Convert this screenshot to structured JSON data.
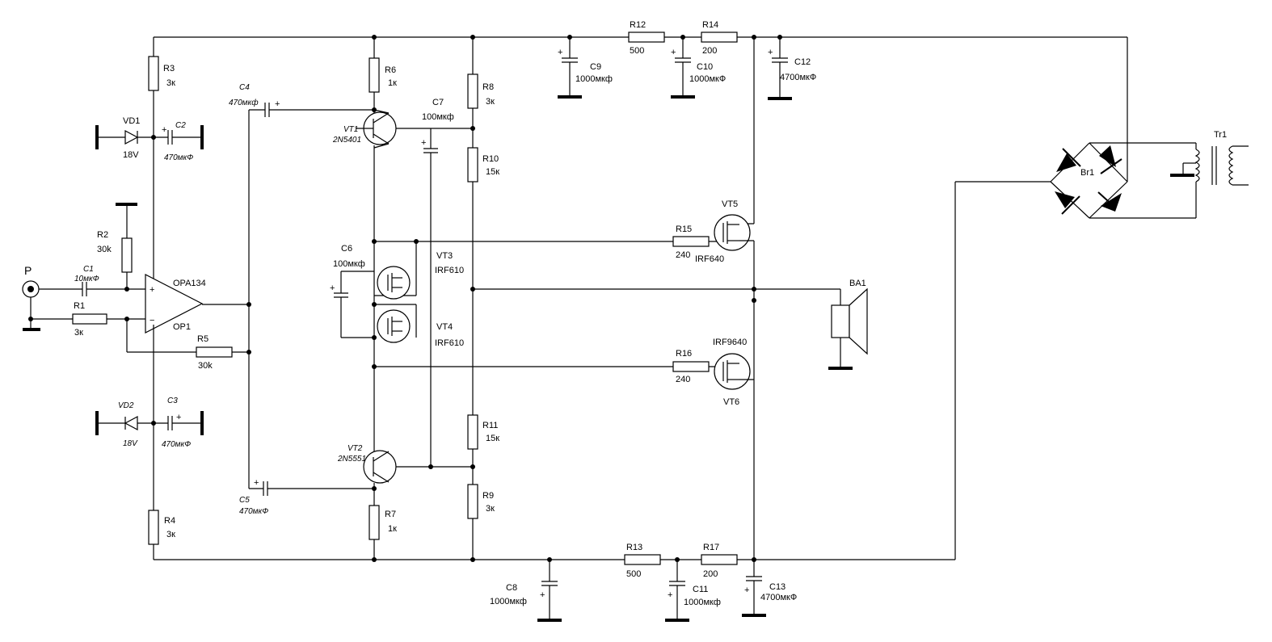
{
  "labels": {
    "P": "P",
    "R1": "R1",
    "R1v": "3к",
    "R2": "R2",
    "R2v": "30k",
    "R3": "R3",
    "R3v": "3к",
    "R4": "R4",
    "R4v": "3к",
    "R5": "R5",
    "R5v": "30k",
    "R6": "R6",
    "R6v": "1к",
    "R7": "R7",
    "R7v": "1к",
    "R8": "R8",
    "R8v": "3к",
    "R9": "R9",
    "R9v": "3к",
    "R10": "R10",
    "R10v": "15к",
    "R11": "R11",
    "R11v": "15к",
    "R12": "R12",
    "R12v": "500",
    "R13": "R13",
    "R13v": "500",
    "R14": "R14",
    "R14v": "200",
    "R15": "R15",
    "R15v": "240",
    "R16": "R16",
    "R16v": "240",
    "R17": "R17",
    "R17v": "200",
    "C1": "C1",
    "C1v": "10мкФ",
    "C2": "C2",
    "C2v": "470мкФ",
    "C3": "C3",
    "C3v": "470мкФ",
    "C4": "C4",
    "C4v": "470мкф",
    "C5": "C5",
    "C5v": "470мкФ",
    "C6": "C6",
    "C6v": "100мкф",
    "C7": "C7",
    "C7v": "100мкф",
    "C8": "C8",
    "C8v": "1000мкф",
    "C9": "C9",
    "C9v": "1000мкф",
    "C10": "C10",
    "C10v": "1000мкФ",
    "C11": "C11",
    "C11v": "1000мкф",
    "C12": "C12",
    "C12v": "4700мкФ",
    "C13": "C13",
    "C13v": "4700мкФ",
    "VD1": "VD1",
    "VD1v": "18V",
    "VD2": "VD2",
    "VD2v": "18V",
    "OPA": "OPA134",
    "OP1": "OP1",
    "VT1": "VT1",
    "VT1v": "2N5401",
    "VT2": "VT2",
    "VT2v": "2N5551",
    "VT3": "VT3",
    "VT3v": "IRF610",
    "VT4": "VT4",
    "VT4v": "IRF610",
    "VT5": "VT5",
    "VT5v": "IRF640",
    "VT6": "VT6",
    "VT6v": "IRF9640",
    "BA1": "BA1",
    "Br1": "Br1",
    "Tr1": "Tr1",
    "plus": "+",
    "minus": "−"
  }
}
